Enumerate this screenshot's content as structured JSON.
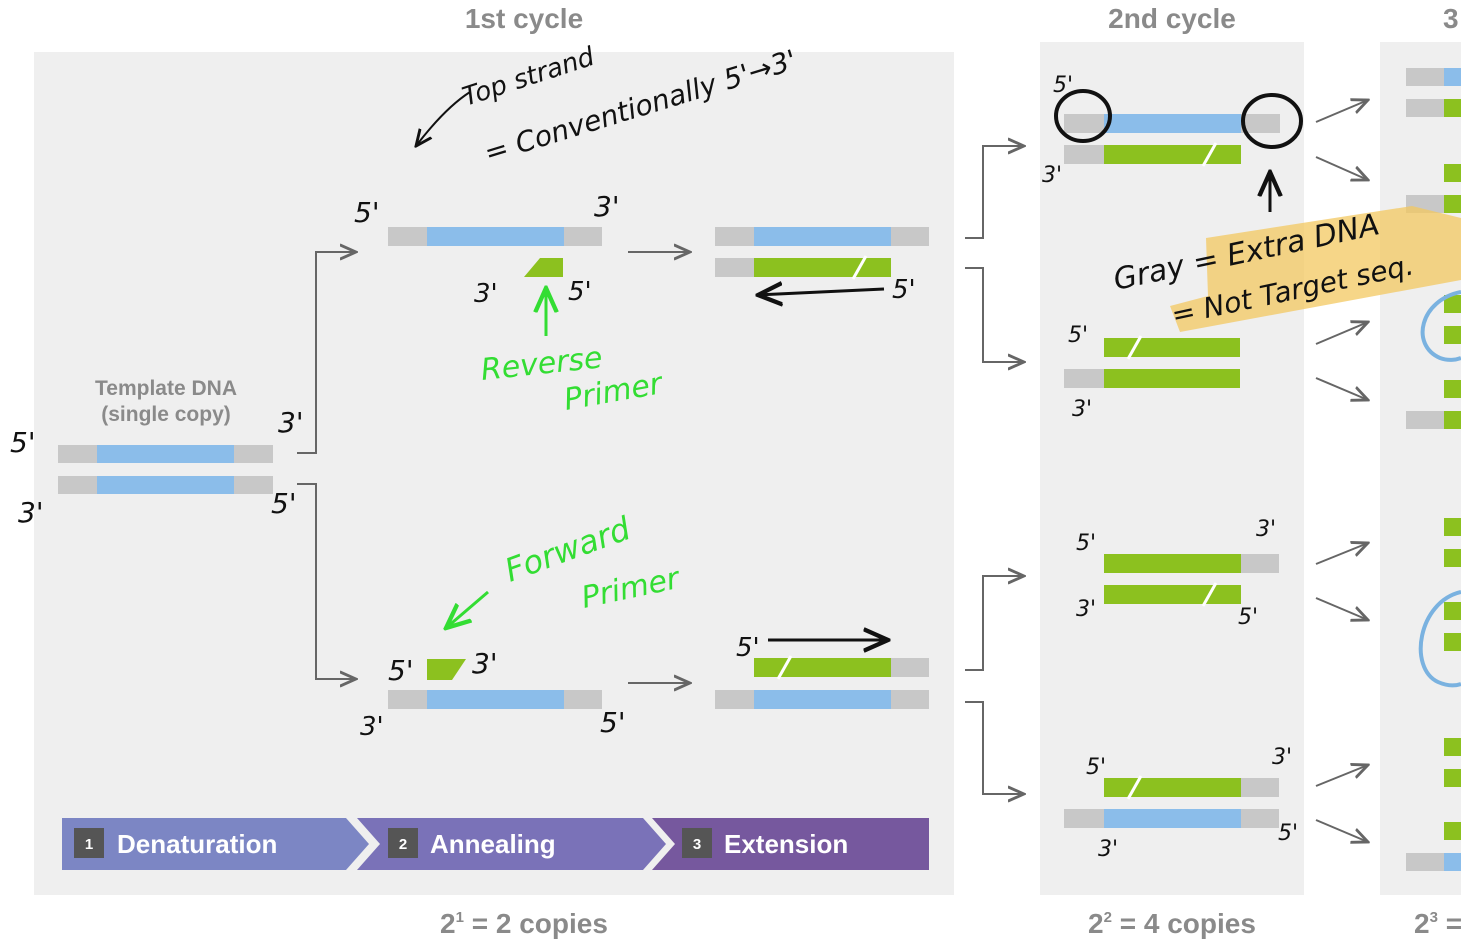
{
  "headers": {
    "cycle1": "1st cycle",
    "cycle2": "2nd cycle",
    "cycle3": "3"
  },
  "template_label": {
    "line1": "Template DNA",
    "line2": "(single copy)"
  },
  "steps": [
    {
      "num": "1",
      "label": "Denaturation"
    },
    {
      "num": "2",
      "label": "Annealing"
    },
    {
      "num": "3",
      "label": "Extension"
    }
  ],
  "copies": {
    "c1_base": "2",
    "c1_exp": "1",
    "c1_rest": " = 2 copies",
    "c2_base": "2",
    "c2_exp": "2",
    "c2_rest": " = 4 copies",
    "c3_base": "2",
    "c3_exp": "3",
    "c3_rest": " ="
  },
  "annotations": {
    "top_strand_1": "Top strand",
    "top_strand_2": "= Conventionally 5'→3'",
    "reverse_primer_1": "Reverse",
    "reverse_primer_2": "Primer",
    "forward_primer_1": "Forward",
    "forward_primer_2": "Primer",
    "gray_1": "Gray = Extra DNA",
    "gray_2": "= Not Target seq.",
    "five": "5'",
    "three": "3'"
  },
  "colors": {
    "panel": "#efefef",
    "gray_strand": "#c8c8c8",
    "blue_strand": "#8bbdea",
    "green_strand": "#8cc11f",
    "step_bar": "#7b6aaa",
    "highlight": "#f3c860",
    "circle_blue": "#7ab2e0",
    "handwriting_green": "#33dd33"
  }
}
